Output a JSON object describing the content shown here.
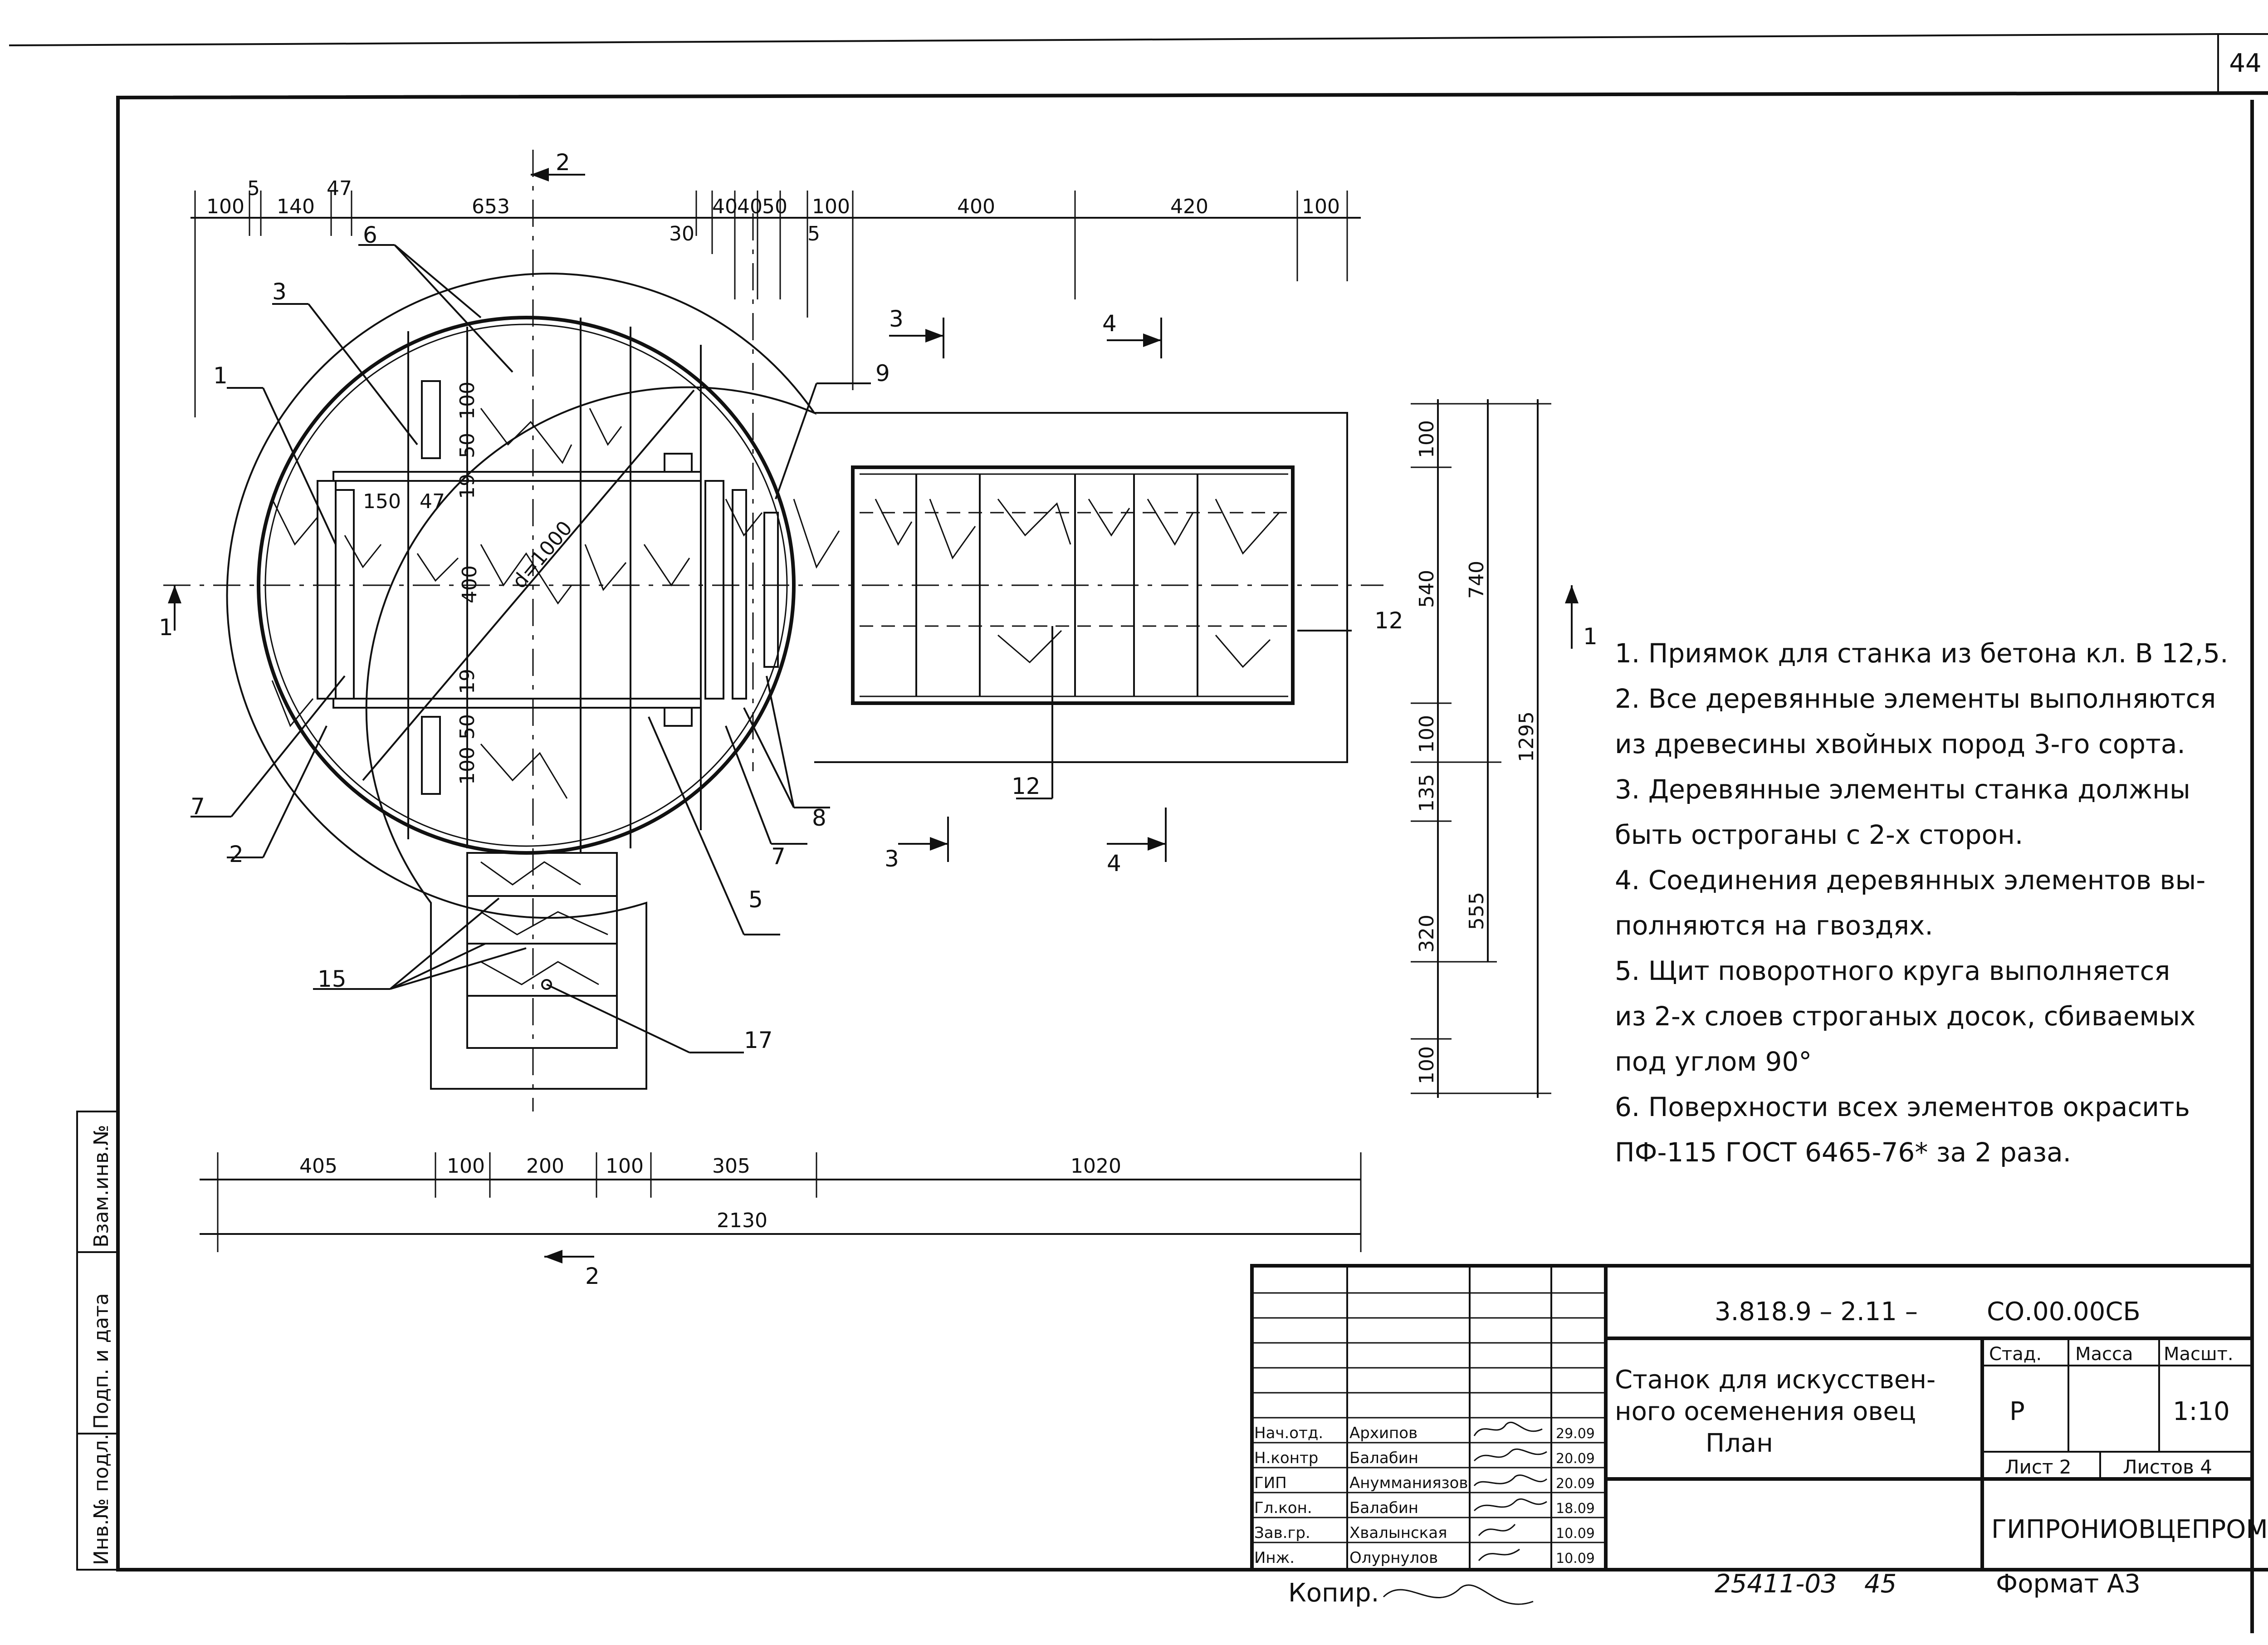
{
  "sheet": {
    "page_number": "44",
    "left_stamp": {
      "col1": "Инв.№ подл.",
      "col2": "Подп. и дата",
      "col3": "Взам.инв.№"
    }
  },
  "drawing": {
    "top_dims": [
      "100",
      "5",
      "140",
      "47",
      "653",
      "30",
      "40",
      "40",
      "50",
      "100",
      "5",
      "400",
      "420",
      "100"
    ],
    "right_dims": [
      "100",
      "540",
      "740",
      "100",
      "1295",
      "135",
      "320",
      "555",
      "100"
    ],
    "bottom_dims": [
      "405",
      "100",
      "200",
      "100",
      "305",
      "1020"
    ],
    "bottom_total": "2130",
    "inner_dims": [
      "100",
      "50",
      "19",
      "150",
      "47",
      "19",
      "400",
      "50",
      "100",
      "19"
    ],
    "diameter": "d=1000",
    "section_marks": [
      "1",
      "1",
      "2",
      "2",
      "3",
      "3",
      "4",
      "4"
    ],
    "callouts": [
      "1",
      "2",
      "3",
      "5",
      "6",
      "7",
      "7",
      "8",
      "9",
      "12",
      "12",
      "15",
      "17"
    ]
  },
  "notes": [
    "1. Приямок для станка из бетона кл. В 12,5.",
    "2. Все деревянные элементы выполняются",
    "из древесины хвойных пород 3-го сорта.",
    "3. Деревянные элементы станка должны",
    "быть остроганы с 2-х сторон.",
    "4. Соединения деревянных элементов вы-",
    "полняются на гвоздях.",
    "5. Щит поворотного круга выполняется",
    "из 2-х слоев строганых досок, сбиваемых",
    "под углом 90°",
    "6. Поверхности всех элементов окрасить",
    "ПФ-115 ГОСТ 6465-76* за 2 раза."
  ],
  "title_block": {
    "doc_code": "3.818.9 – 2.11 –",
    "doc_suffix": "СО.00.00СБ",
    "title_line1": "Станок для искусствен-",
    "title_line2": "ного осеменения овец",
    "title_line3": "План",
    "col_stage": "Стад.",
    "col_mass": "Масса",
    "col_scale": "Масшт.",
    "stage": "Р",
    "scale": "1:10",
    "sheet": "Лист 2",
    "sheets": "Листов 4",
    "org": "ГИПРОНИОВЦЕПРОМ",
    "roles": [
      "Нач.отд.",
      "Н.контр",
      "ГИП",
      "Гл.кон.",
      "Зав.гр.",
      "Инж."
    ],
    "names": [
      "Архипов",
      "Балабин",
      "Анумманиязов",
      "Балабин",
      "Хвалынская",
      "Олурнулов"
    ],
    "dates": [
      "29.09",
      "20.09",
      "20.09",
      "18.09",
      "10.09",
      "10.09"
    ],
    "copied": "Копир.",
    "archive_no": "25411-03",
    "archive_page": "45",
    "format": "Формат А3"
  }
}
